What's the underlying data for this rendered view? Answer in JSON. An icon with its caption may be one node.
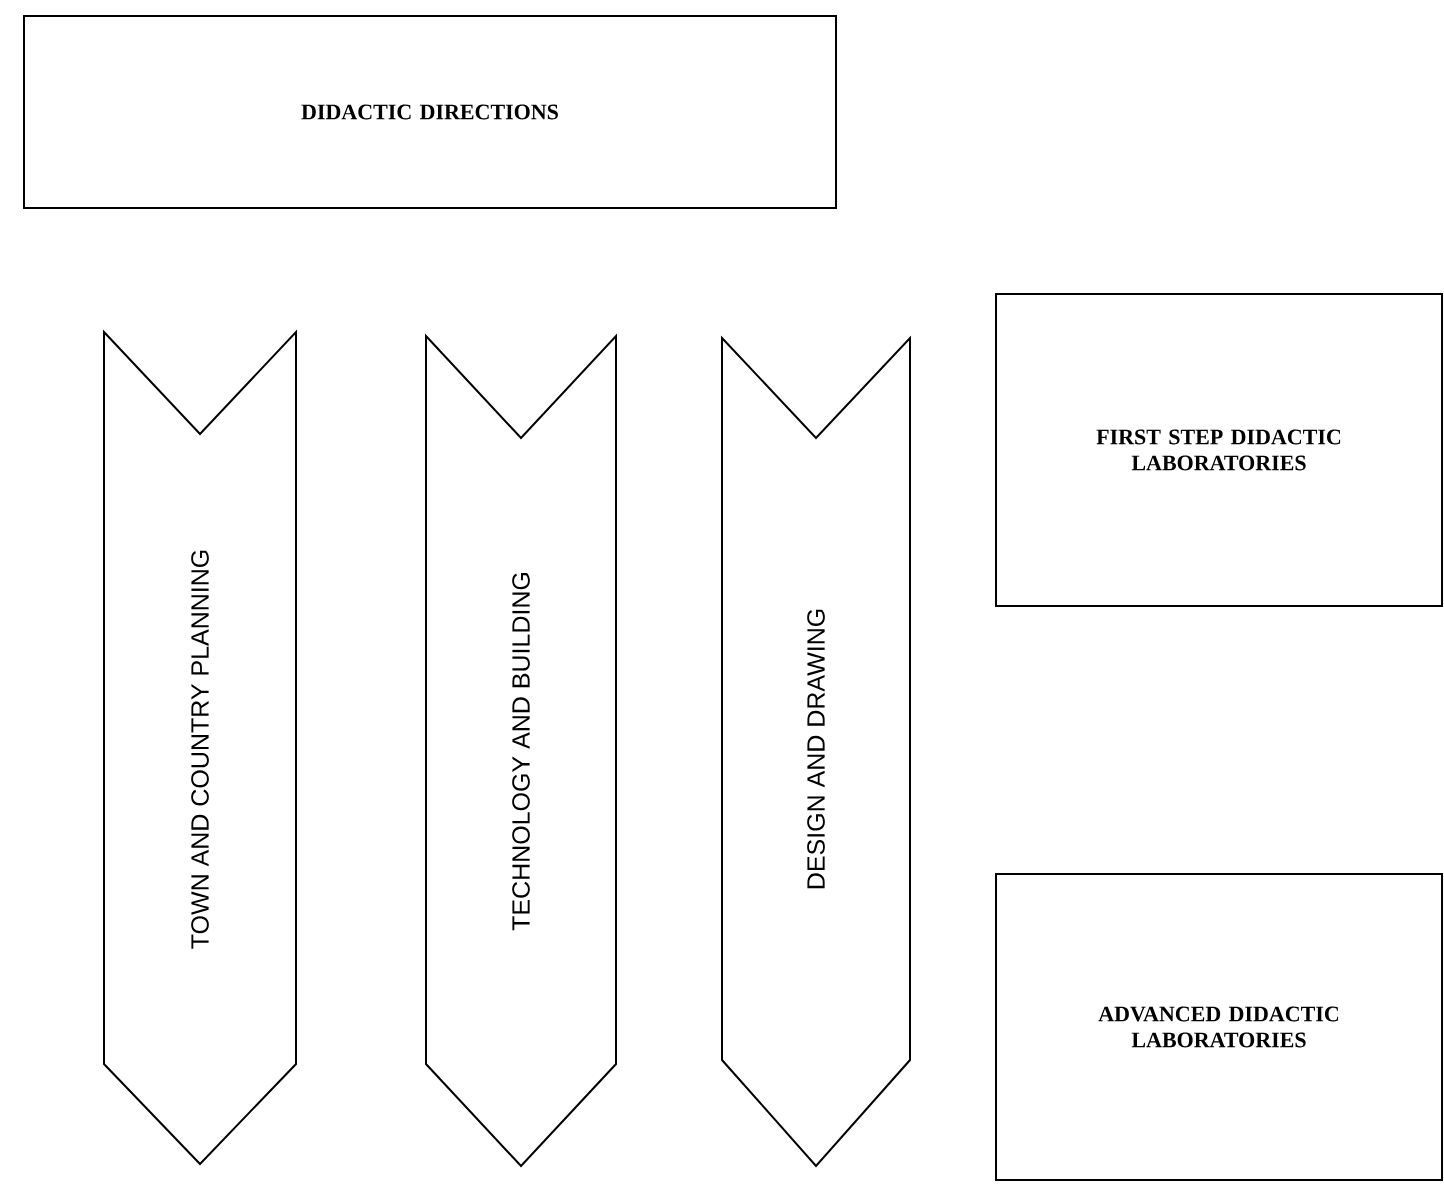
{
  "diagram": {
    "nodes": [
      {
        "text": [
          "DIDACTIC DIRECTIONS"
        ]
      },
      {
        "text": [
          "TOWN AND COUNTRY PLANNING"
        ]
      },
      {
        "text": [
          "TECHNOLOGY AND BUILDING"
        ]
      },
      {
        "text": [
          "DESIGN AND DRAWING"
        ]
      },
      {
        "text": [
          "FIRST STEP DIDACTIC LABORATORIES"
        ]
      },
      {
        "text": [
          "ADVANCED DIDACTIC LABORATORIES"
        ]
      }
    ]
  }
}
